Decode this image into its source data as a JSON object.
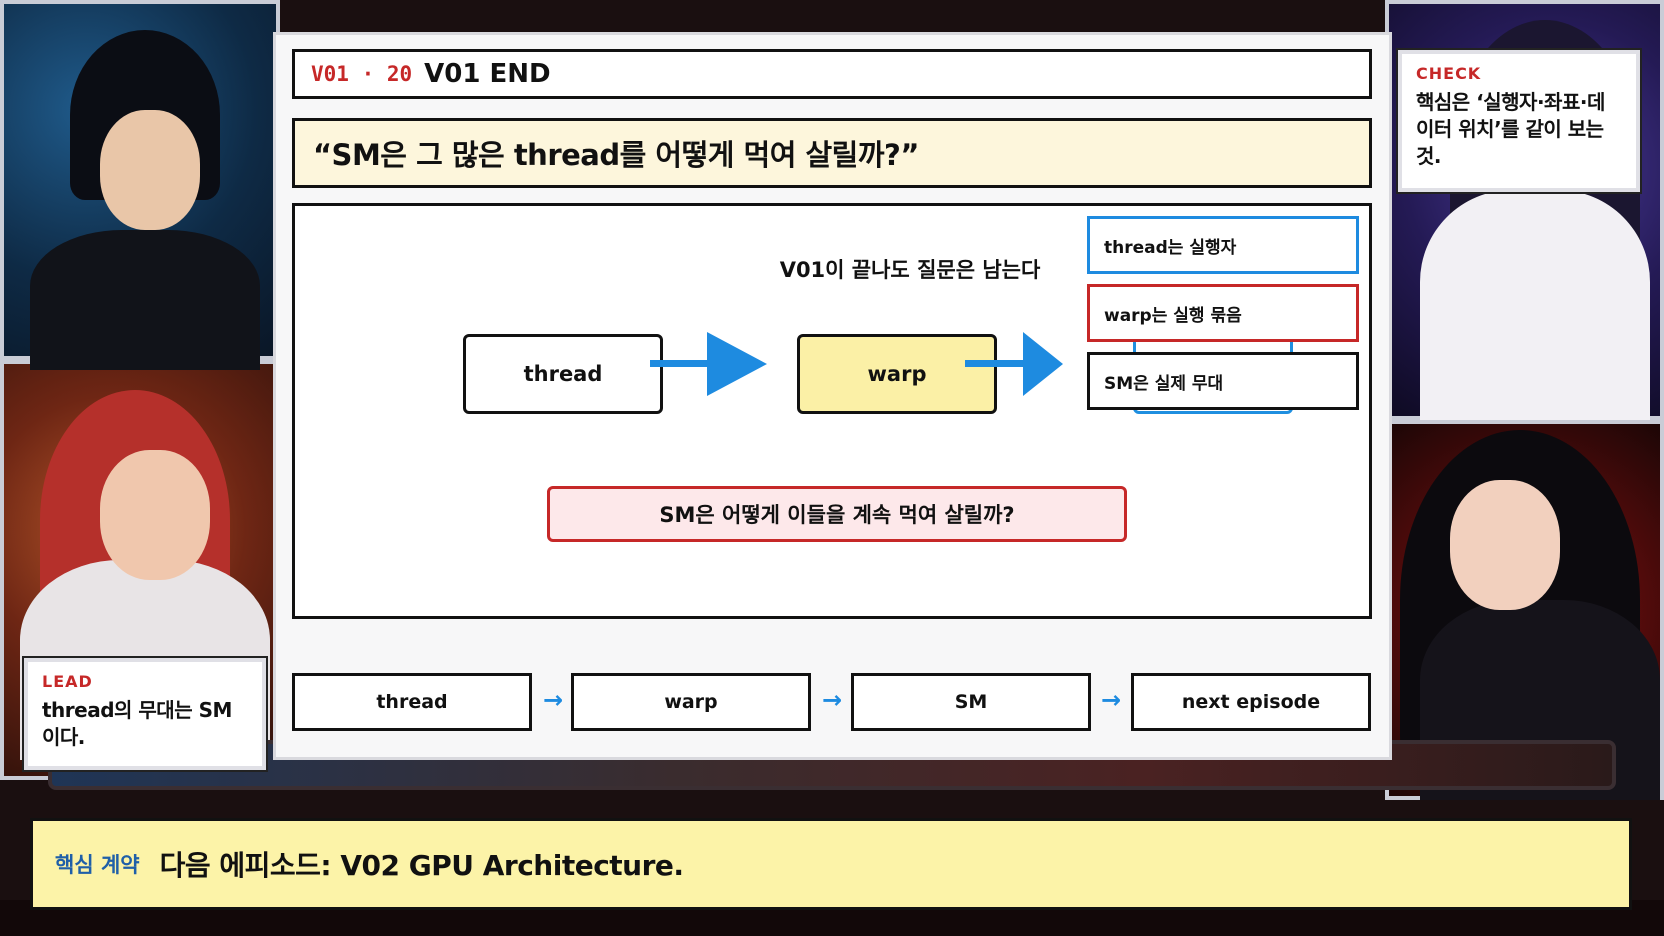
{
  "header": {
    "code": "V01 · 20",
    "title": "V01 END"
  },
  "quote": "“SM은 그 많은 thread를 어떻게 먹여 살릴까?”",
  "diagram": {
    "subtitle": "V01이 끝나도 질문은 남는다",
    "nodes": [
      "thread",
      "warp"
    ],
    "question": "SM은 어떻게 이들을 계속 먹여 살릴까?",
    "notes": [
      "thread는 실행자",
      "warp는 실행 묶음",
      "SM은 실제 무대"
    ]
  },
  "flow": {
    "steps": [
      "thread",
      "warp",
      "SM",
      "next episode"
    ],
    "arrow": "→"
  },
  "check_card": {
    "kicker": "CHECK",
    "text": "핵심은 ‘실행자·좌표·데이터 위치’를 같이 보는 것."
  },
  "lead_card": {
    "kicker": "LEAD",
    "text": "thread의 무대는 SM이다."
  },
  "banner": {
    "label": "핵심 계약",
    "text": "다음 에피소드: V02 GPU Architecture."
  },
  "colors": {
    "accent_blue": "#1e8be0",
    "accent_red": "#c62828",
    "highlight_yellow": "#fbf0a6",
    "banner_yellow": "#fcf3a8"
  }
}
